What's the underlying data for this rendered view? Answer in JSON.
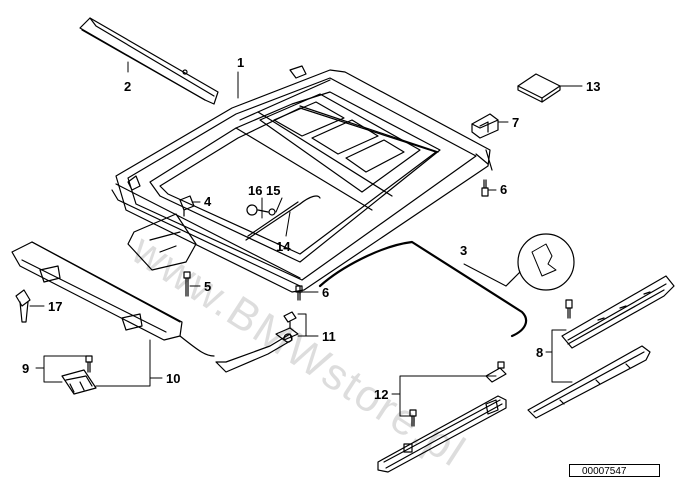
{
  "diagram": {
    "callouts": {
      "c1": "1",
      "c2": "2",
      "c3": "3",
      "c4": "4",
      "c5": "5",
      "c6a": "6",
      "c6b": "6",
      "c7": "7",
      "c8": "8",
      "c9": "9",
      "c10": "10",
      "c11": "11",
      "c12": "12",
      "c13": "13",
      "c14": "14",
      "c15": "15",
      "c16": "16",
      "c17": "17"
    },
    "watermark": "www.BMWstore.pl",
    "reference_number": "00007547"
  },
  "colors": {
    "line": "#000000",
    "background": "#ffffff"
  }
}
